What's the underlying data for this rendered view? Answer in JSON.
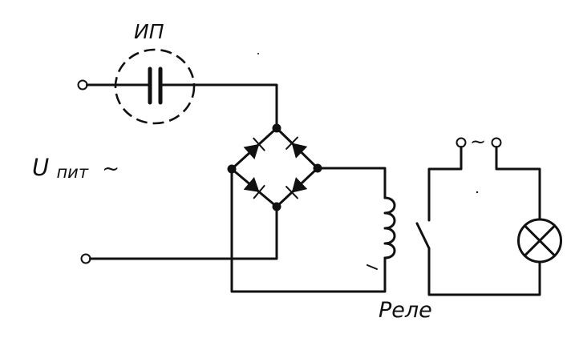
{
  "labels": {
    "indicator": "ИП",
    "supply_symbol": "U",
    "supply_subscript": "пит",
    "supply_suffix": "~",
    "relay": "Реле",
    "ac_symbol": "~"
  },
  "colors": {
    "ink": "#111111",
    "paper": "#ffffff"
  }
}
